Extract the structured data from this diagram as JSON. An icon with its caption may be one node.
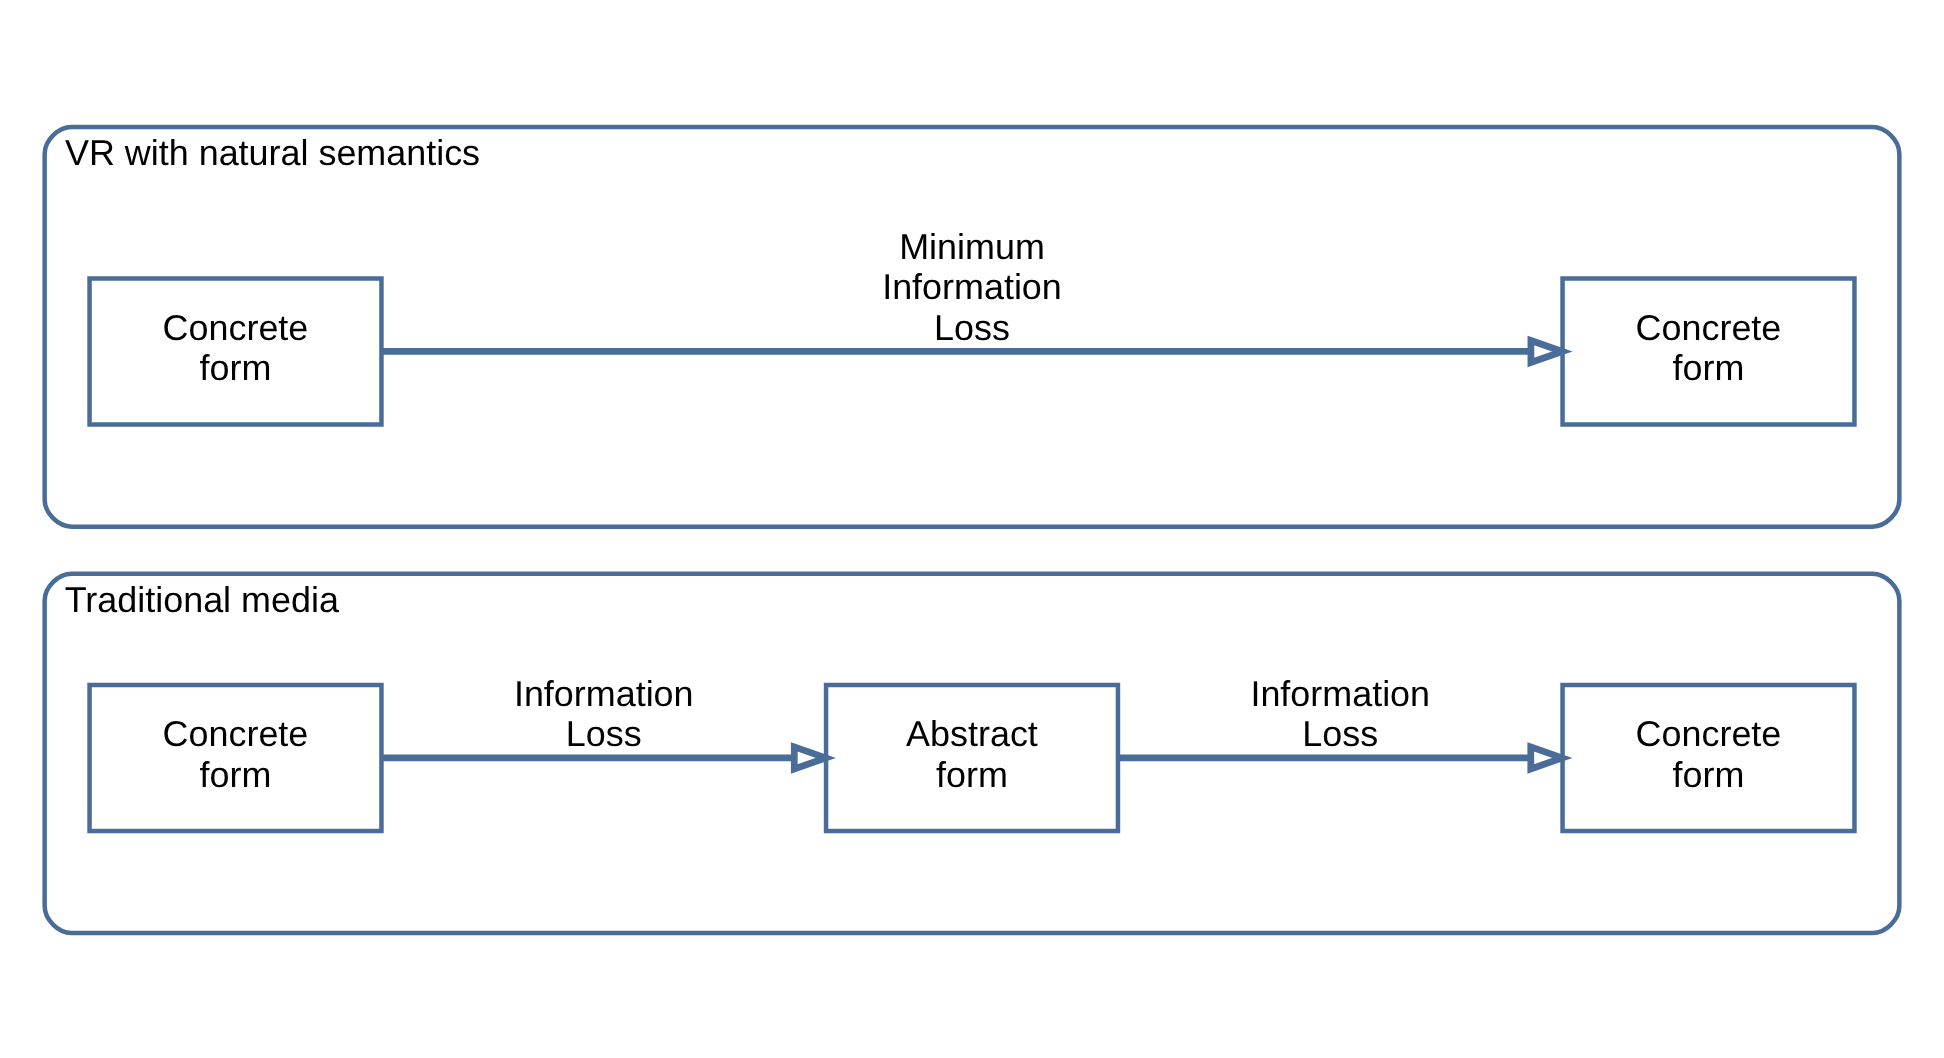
{
  "diagram": {
    "nodes": [
      {
        "text": [
          "Traditional media"
        ]
      },
      {
        "text": [
          "Concrete form"
        ],
        "in": 0
      },
      {
        "text": [
          "Abstract form"
        ],
        "in": 0
      },
      {
        "text": [
          "Concrete form"
        ],
        "in": 0
      },
      {
        "text": [
          "VR with natural semantics"
        ]
      },
      {
        "text": [
          "Concrete form"
        ],
        "in": 4
      },
      {
        "text": [
          "Concrete form"
        ],
        "in": 4
      }
    ],
    "edges": [
      {
        "from": 1,
        "to": 2,
        "arrow": "to",
        "label": "Information Loss"
      },
      {
        "from": 2,
        "to": 3,
        "arrow": "to",
        "label": "Information Loss"
      },
      {
        "from": 5,
        "to": 6,
        "arrow": "to",
        "label": "Minimum Information Loss"
      }
    ]
  }
}
